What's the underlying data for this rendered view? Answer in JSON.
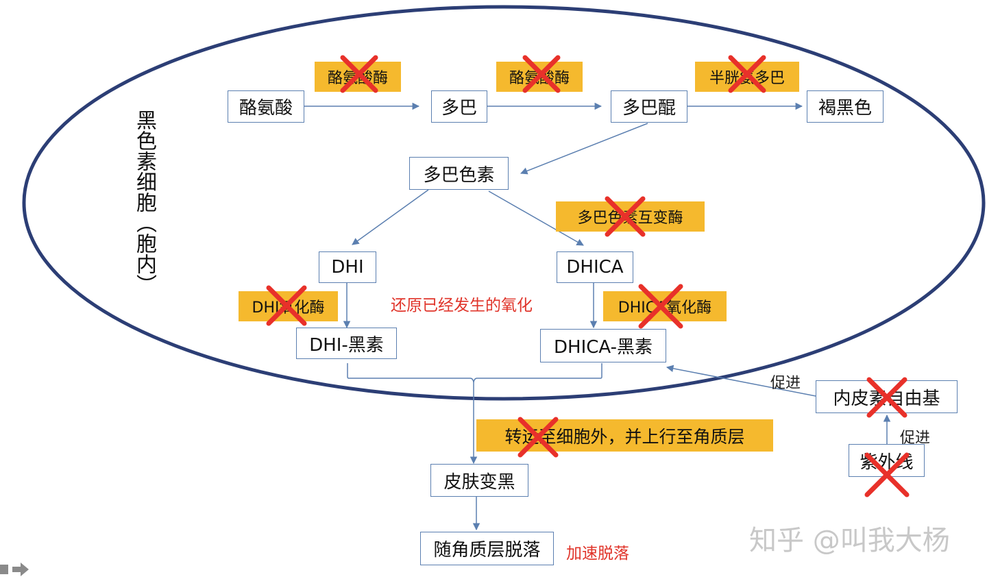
{
  "cell_label": "黑色素细胞（胞内）",
  "nodes": {
    "tyrosine": "酪氨酸",
    "dopa": "多巴",
    "dopaquinone": "多巴醌",
    "pheomelanin": "褐黑色",
    "dopachrome": "多巴色素",
    "dhi": "DHI",
    "dhica": "DHICA",
    "dhi_melanin": "DHI-黑素",
    "dhica_melanin": "DHICA-黑素",
    "skin_darkening": "皮肤变黑",
    "shedding": "随角质层脱落",
    "endothelin": "内皮素自由基",
    "uv": "紫外线"
  },
  "enzymes": {
    "tyrosinase_1": "酪氨酸酶",
    "tyrosinase_2": "酪氨酸酶",
    "cysteinyl_dopa": "半胱氨多巴",
    "dopachrome_tautomerase": "多巴色素互变酶",
    "dhi_oxidase": "DHI氧化酶",
    "dhica_oxidase": "DHICA氧化酶",
    "transport": "转运至细胞外，并上行至角质层"
  },
  "annotations": {
    "reduce_oxidized": "还原已经发生的氧化",
    "accelerate_shedding": "加速脱落",
    "promote_1": "促进",
    "promote_2": "促进"
  },
  "watermark": "知乎 @叫我大杨",
  "colors": {
    "ellipse": "#2c3e75",
    "arrow": "#5b7fb0",
    "enzyme_bg": "#f5b92e",
    "cross": "#e8312a",
    "red_text": "#e0342a"
  }
}
